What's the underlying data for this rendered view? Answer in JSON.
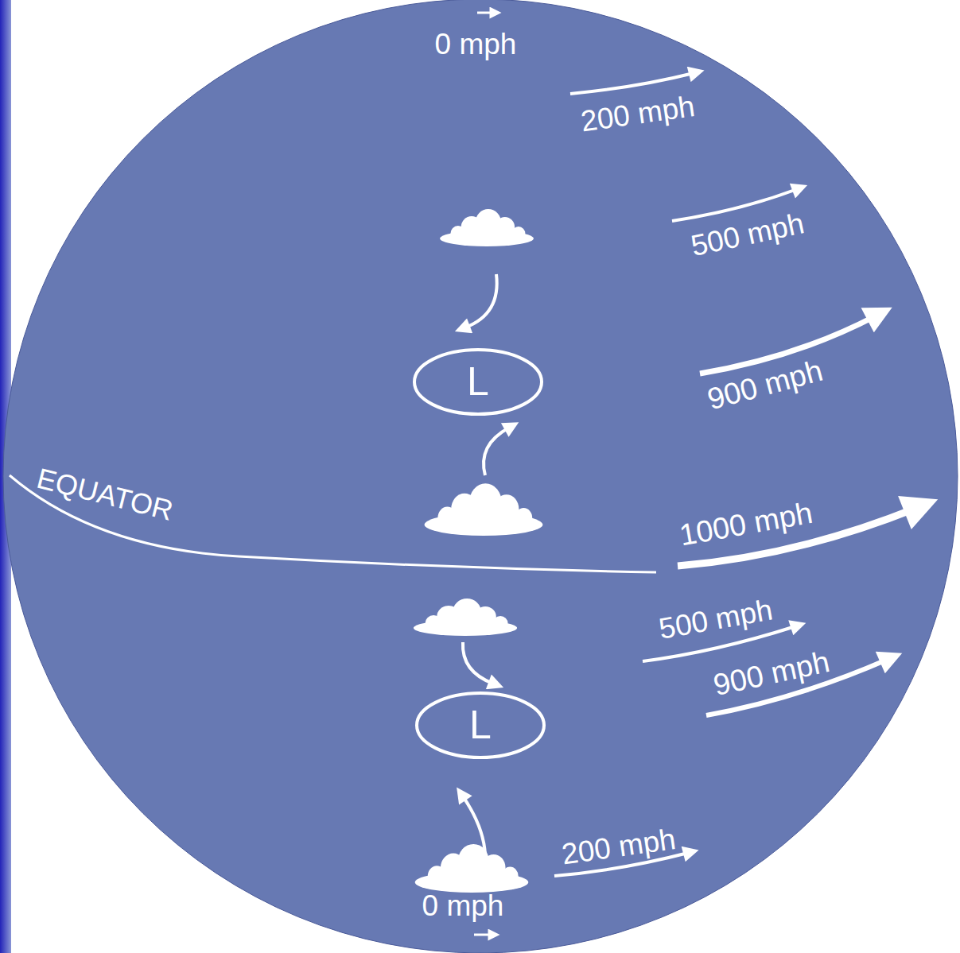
{
  "diagram": {
    "nodes": [
      {
        "text": [
          "L"
        ]
      },
      {
        "text": [
          "L"
        ]
      }
    ],
    "labels": [
      "0 mph",
      "200 mph",
      "500 mph",
      "900 mph",
      "1000 mph",
      "EQUATOR",
      "900 mph",
      "500 mph",
      "200 mph",
      "0 mph"
    ]
  }
}
